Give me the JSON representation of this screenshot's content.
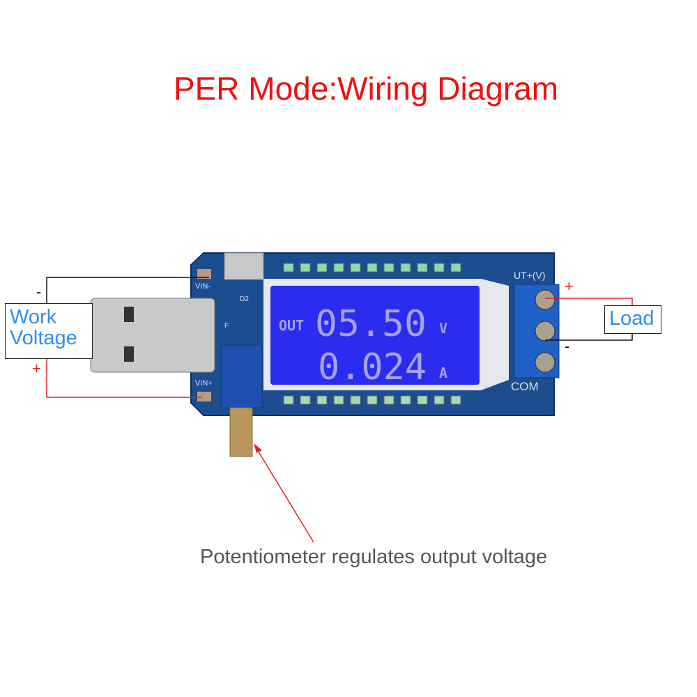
{
  "title": "PER Mode:Wiring Diagram",
  "input_label": {
    "line1": "Work",
    "line2": "Voltage",
    "minus": "-",
    "plus": "+"
  },
  "load_label": {
    "text": "Load",
    "plus": "+",
    "minus": "-"
  },
  "caption": "Potentiometer regulates output voltage",
  "board": {
    "silkscreen": {
      "vin_minus": "VIN-",
      "vin_plus": "VIN+",
      "out_plus": "UT+(V)",
      "com": "COM",
      "d2": "D2",
      "f": "F"
    },
    "lcd": {
      "prefix": "OUT",
      "voltage": "05.50",
      "voltage_unit": "V",
      "current": "0.024",
      "current_unit": "A"
    }
  },
  "colors": {
    "title": "#f01010",
    "label": "#2f8ef0",
    "wire_positive": "#e02020",
    "wire_negative": "#111111",
    "pcb": "#1a4a8a",
    "lcd": "#2a2cf0"
  }
}
